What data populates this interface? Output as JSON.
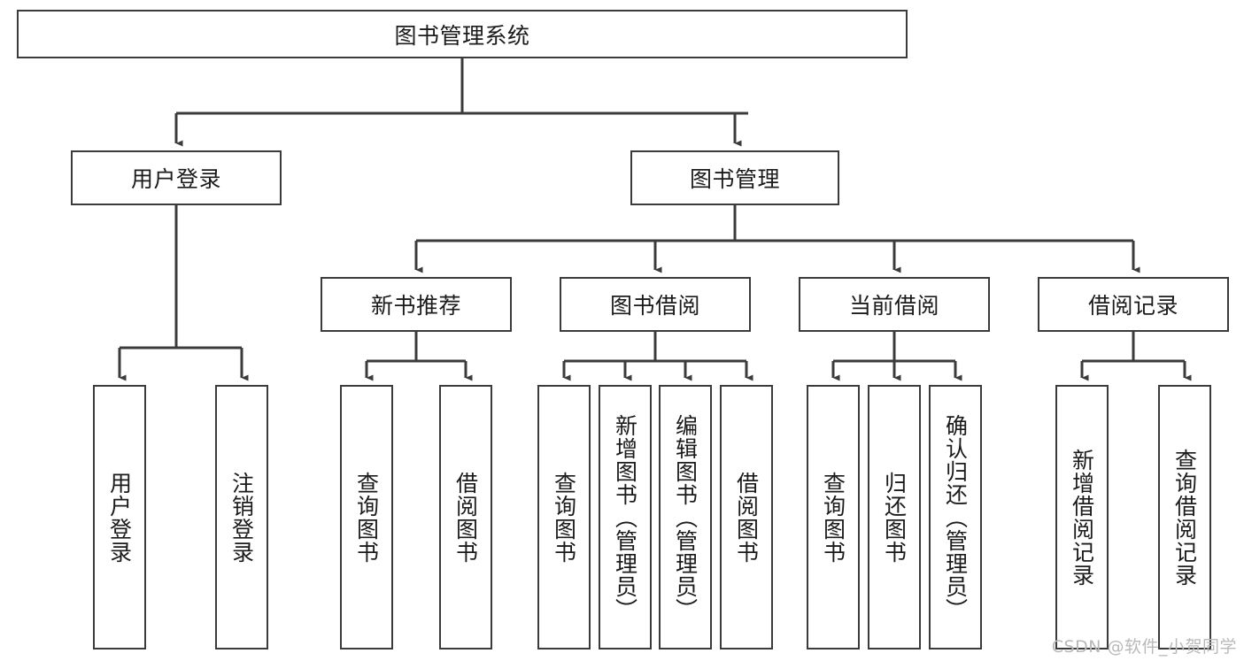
{
  "diagram": {
    "title": "图书管理系统",
    "type": "hierarchy-tree",
    "root": {
      "id": "root",
      "label": "图书管理系统",
      "orientation": "horizontal"
    },
    "level2": [
      {
        "id": "user-login",
        "label": "用户登录",
        "orientation": "horizontal"
      },
      {
        "id": "book-management",
        "label": "图书管理",
        "orientation": "horizontal"
      }
    ],
    "level3": [
      {
        "id": "new-book-recommend",
        "label": "新书推荐",
        "orientation": "horizontal",
        "parent": "book-management"
      },
      {
        "id": "book-borrow",
        "label": "图书借阅",
        "orientation": "horizontal",
        "parent": "book-management"
      },
      {
        "id": "current-borrow",
        "label": "当前借阅",
        "orientation": "horizontal",
        "parent": "book-management"
      },
      {
        "id": "borrow-record",
        "label": "借阅记录",
        "orientation": "horizontal",
        "parent": "book-management"
      }
    ],
    "leaves": [
      {
        "id": "leaf-user-login",
        "label": "用户登录",
        "parent": "user-login"
      },
      {
        "id": "leaf-logout",
        "label": "注销登录",
        "parent": "user-login"
      },
      {
        "id": "leaf-query-book-1",
        "label": "查询图书",
        "parent": "new-book-recommend"
      },
      {
        "id": "leaf-borrow-book-1",
        "label": "借阅图书",
        "parent": "new-book-recommend"
      },
      {
        "id": "leaf-query-book-2",
        "label": "查询图书",
        "parent": "book-borrow"
      },
      {
        "id": "leaf-add-book",
        "label": "新增图书（管理员）",
        "parent": "book-borrow"
      },
      {
        "id": "leaf-edit-book",
        "label": "编辑图书（管理员）",
        "parent": "book-borrow"
      },
      {
        "id": "leaf-borrow-book-2",
        "label": "借阅图书",
        "parent": "book-borrow"
      },
      {
        "id": "leaf-query-book-3",
        "label": "查询图书",
        "parent": "current-borrow"
      },
      {
        "id": "leaf-return-book",
        "label": "归还图书",
        "parent": "current-borrow"
      },
      {
        "id": "leaf-confirm-return",
        "label": "确认归还（管理员）",
        "parent": "current-borrow"
      },
      {
        "id": "leaf-add-record",
        "label": "新增借阅记录",
        "parent": "borrow-record"
      },
      {
        "id": "leaf-query-record",
        "label": "查询借阅记录",
        "parent": "borrow-record"
      }
    ]
  },
  "watermark": {
    "text": "CSDN @软件_小贺同学"
  },
  "colors": {
    "stroke": "#3b3b3b",
    "background": "#ffffff",
    "text": "#1b1b1b",
    "watermark": "#b9b9b9"
  }
}
